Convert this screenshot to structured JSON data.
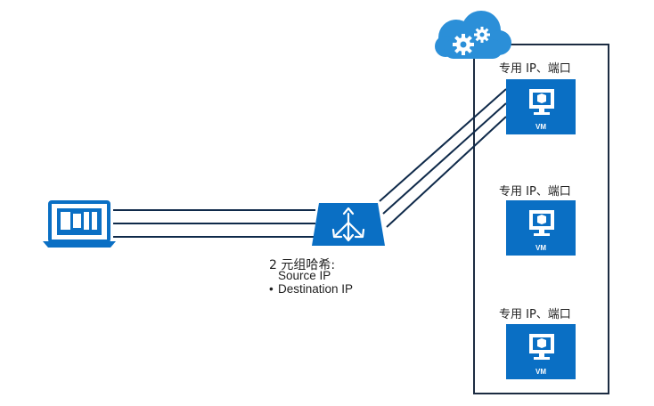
{
  "hash": {
    "title": "2 元组哈希:",
    "items": [
      {
        "bullet": "",
        "text": "Source IP"
      },
      {
        "bullet": "•",
        "text": "Destination IP"
      }
    ]
  },
  "vms": [
    {
      "port_label": "专用 IP、端口",
      "vm_label": "VM"
    },
    {
      "port_label": "专用 IP、端口",
      "vm_label": "VM"
    },
    {
      "port_label": "专用 IP、端口",
      "vm_label": "VM"
    }
  ],
  "icons": {
    "client": "laptop-icon",
    "balancer": "load-balancer-icon",
    "cloud": "cloud-service-icon",
    "vm": "virtual-machine-icon"
  },
  "colors": {
    "primary_blue": "#0a6fc4",
    "cloud_blue": "#2b8fd8",
    "navy_line": "#0f2a4a",
    "border": "#1c2c42"
  }
}
